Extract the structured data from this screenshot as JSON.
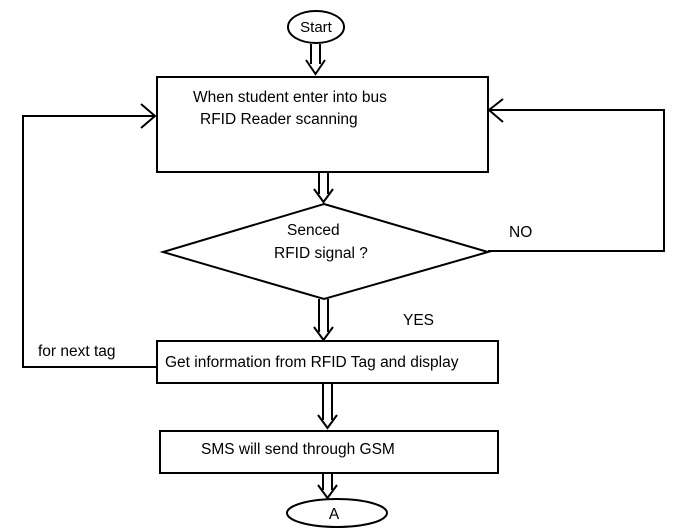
{
  "start": {
    "label": "Start"
  },
  "scan_box": {
    "line1": "When student enter into bus",
    "line2": "RFID Reader scanning"
  },
  "decision": {
    "line1": "Senced",
    "line2": "RFID  signal ?"
  },
  "labels": {
    "no": "NO",
    "yes": "YES",
    "next_tag": "for next tag"
  },
  "info_box": {
    "label": "Get information from RFID Tag and display"
  },
  "sms_box": {
    "label": "SMS will send through GSM"
  },
  "connector": {
    "label": "A"
  },
  "colors": {
    "stroke": "#000000",
    "background": "#ffffff"
  }
}
